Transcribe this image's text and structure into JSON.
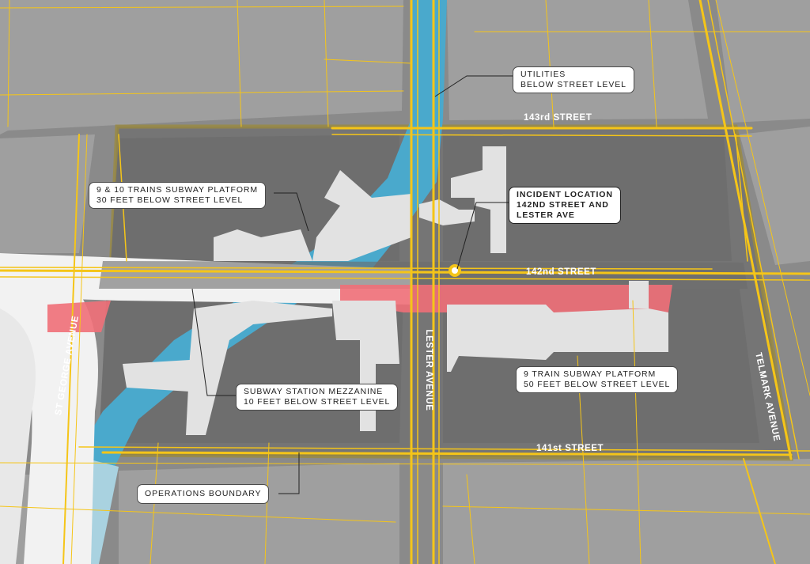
{
  "streets": {
    "s143": "143rd STREET",
    "s142": "142nd STREET",
    "s141": "141st STREET",
    "lester": "LESTER AVENUE",
    "st_george": "ST GEORGE AVENUE",
    "telmark": "TELMARK AVENUE"
  },
  "callouts": {
    "utilities": [
      "UTILITIES",
      "BELOW STREET LEVEL"
    ],
    "platform_9_10": [
      "9 & 10 TRAINS SUBWAY PLATFORM",
      "30 FEET BELOW STREET LEVEL"
    ],
    "incident": [
      "INCIDENT LOCATION",
      "142ND STREET AND",
      "LESTER AVE"
    ],
    "platform_9": [
      "9 TRAIN SUBWAY PLATFORM",
      "50 FEET BELOW STREET LEVEL"
    ],
    "mezzanine": [
      "SUBWAY STATION MEZZANINE",
      "10 FEET BELOW STREET LEVEL"
    ],
    "boundary": [
      "OPERATIONS BOUNDARY"
    ]
  },
  "colors": {
    "background": "#8a8a8a",
    "block": "#9d9d9d",
    "boundary_fill": "#747474",
    "road": "#f2f2f2",
    "utility": "#f5c518",
    "water": "#4aa9cc",
    "subway": "#ef6f78",
    "building": "#e2e2e2"
  },
  "icons": {
    "incident_marker": "incident-marker-icon"
  }
}
